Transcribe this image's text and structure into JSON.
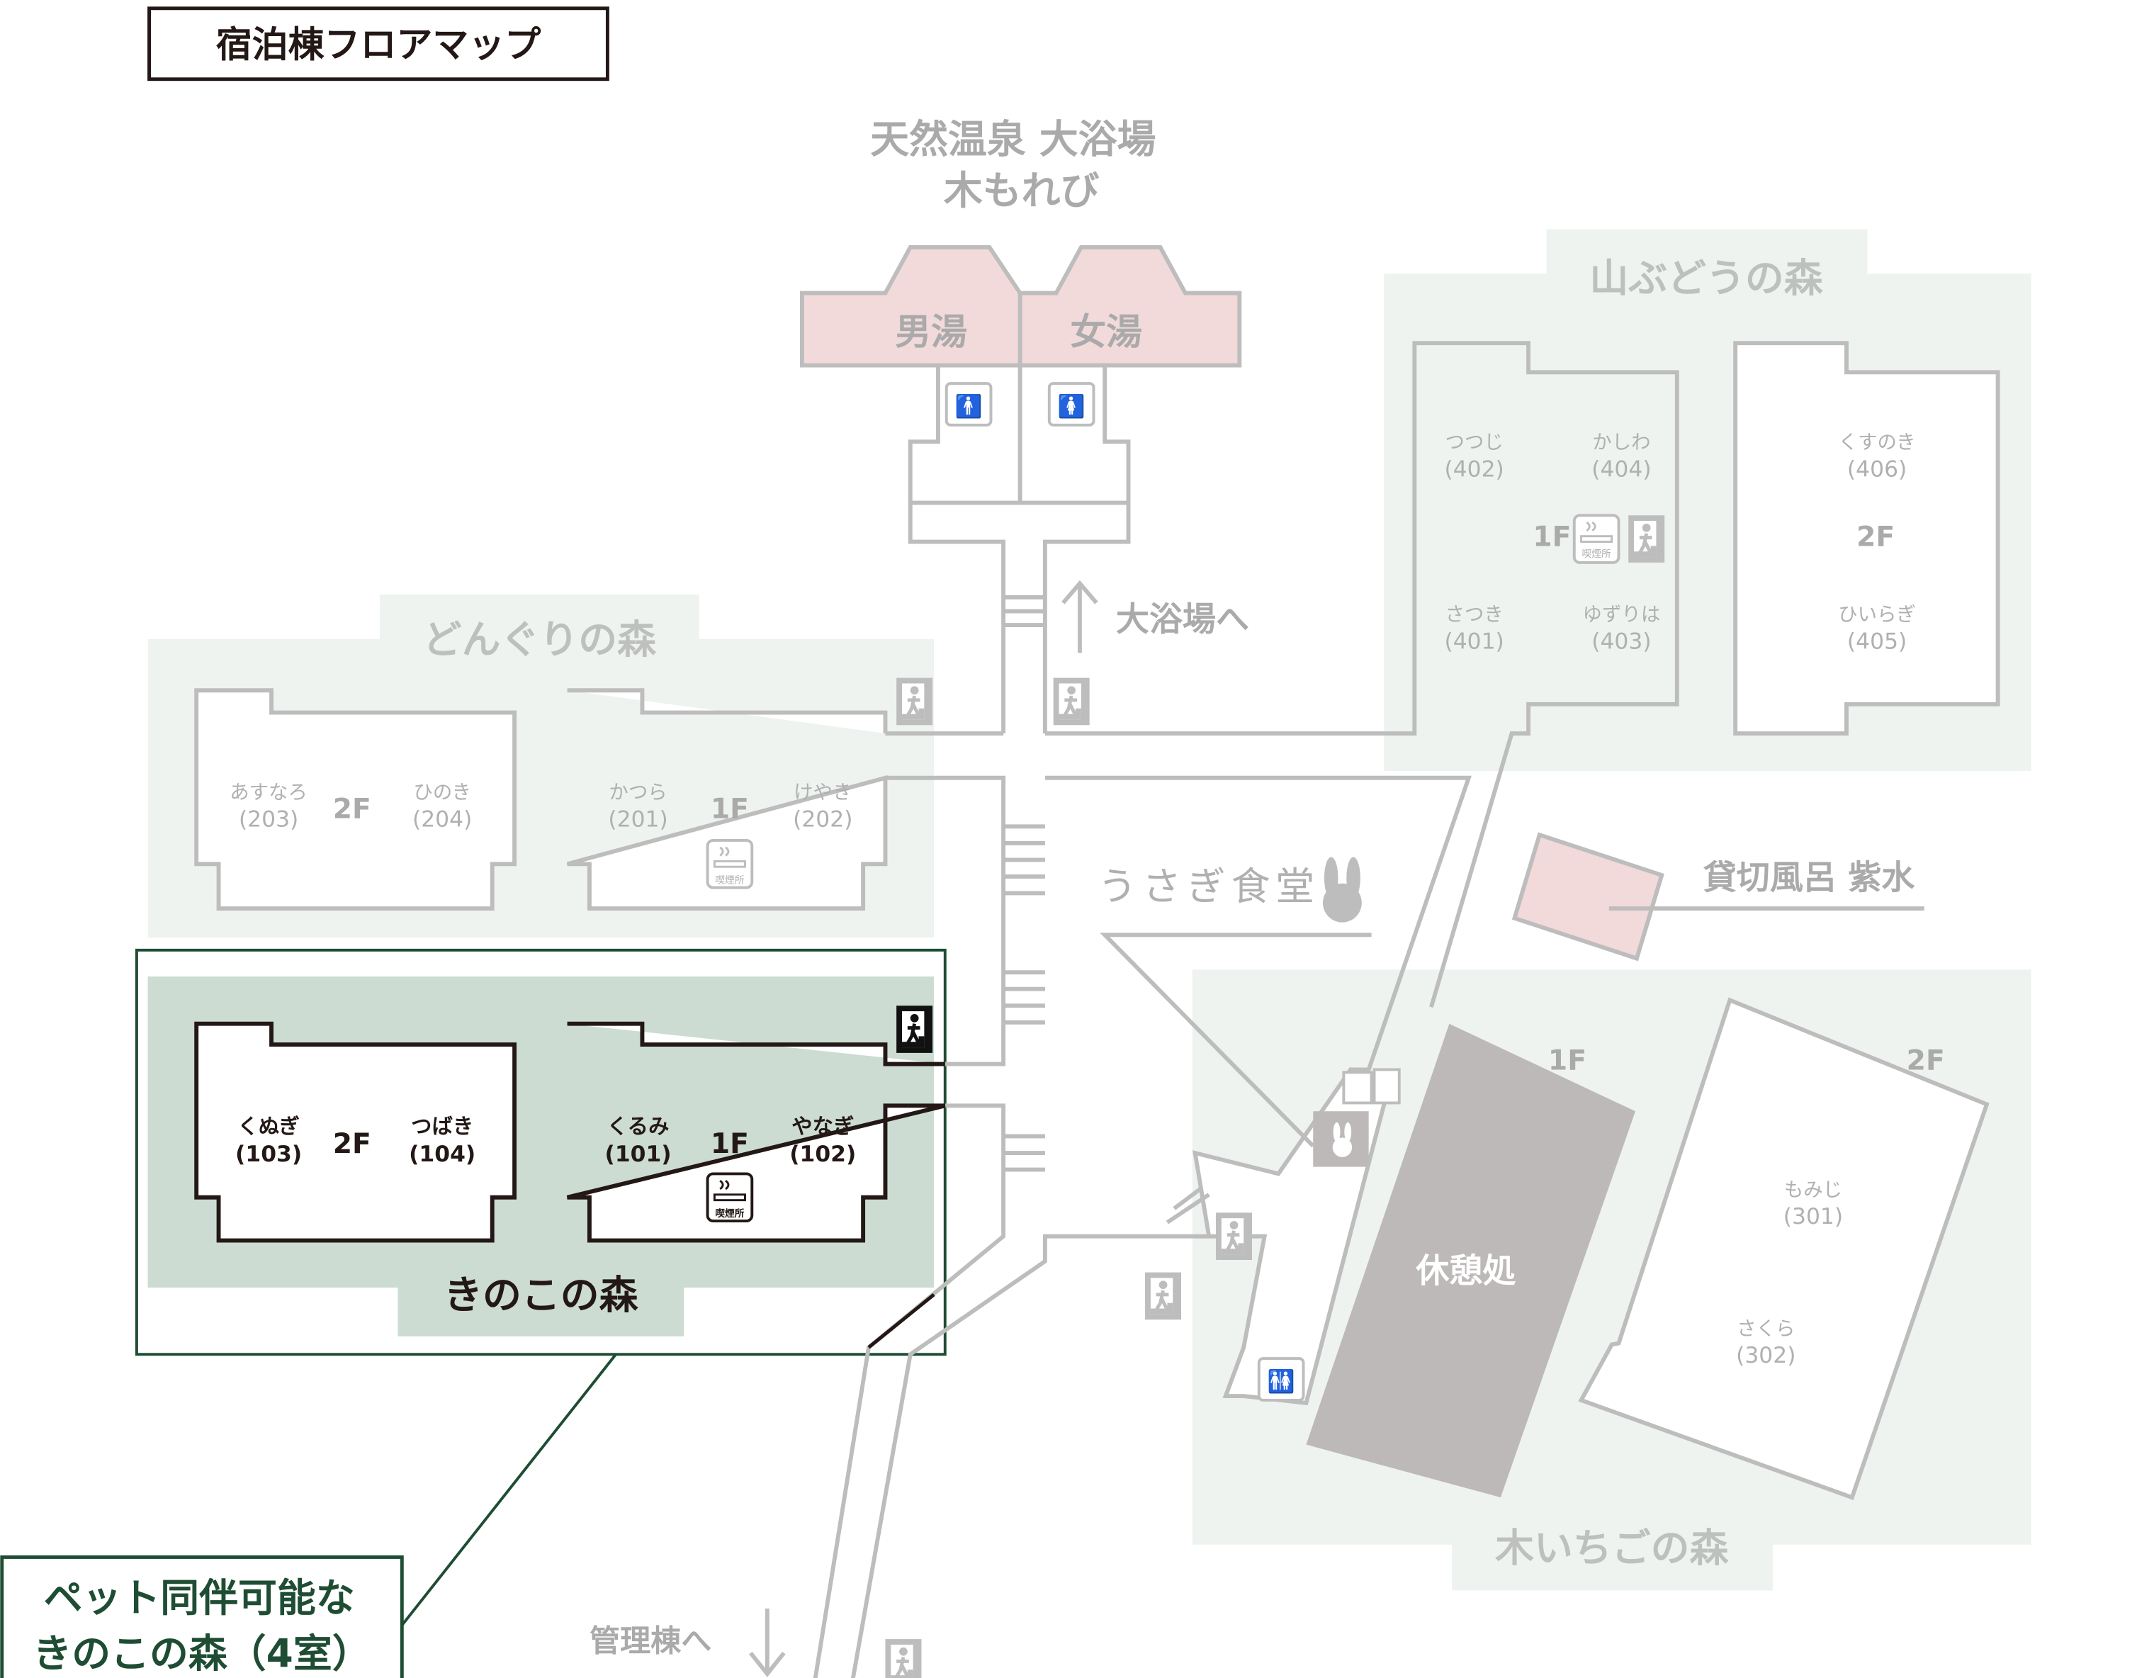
{
  "title": "宿泊棟フロアマップ",
  "colors": {
    "accent_green": "#1e4d33",
    "highlight_bg": "#ccdcd2",
    "area_bg": "#eef3ef",
    "bath_pink": "#f2d9da",
    "rest_gray": "#bdb9b8",
    "muted_text": "#aaaaaa"
  },
  "bath": {
    "title_line1": "天然温泉 大浴場",
    "title_line2": "木もれび",
    "men": "男湯",
    "women": "女湯",
    "to_bath": "大浴場へ"
  },
  "donguri": {
    "name": "どんぐりの森",
    "west": {
      "floor": "2F",
      "rooms": [
        {
          "name": "あすなろ",
          "no": "(203)"
        },
        {
          "name": "ひのき",
          "no": "(204)"
        }
      ]
    },
    "east": {
      "floor": "1F",
      "rooms": [
        {
          "name": "かつら",
          "no": "(201)"
        },
        {
          "name": "けやき",
          "no": "(202)"
        }
      ]
    }
  },
  "kinoko": {
    "name": "きのこの森",
    "west": {
      "floor": "2F",
      "rooms": [
        {
          "name": "くぬぎ",
          "no": "(103)"
        },
        {
          "name": "つばき",
          "no": "(104)"
        }
      ]
    },
    "east": {
      "floor": "1F",
      "rooms": [
        {
          "name": "くるみ",
          "no": "(101)"
        },
        {
          "name": "やなぎ",
          "no": "(102)"
        }
      ]
    }
  },
  "yamabudou": {
    "name": "山ぶどうの森",
    "west": {
      "floor": "1F",
      "rooms": [
        {
          "name": "つつじ",
          "no": "(402)"
        },
        {
          "name": "かしわ",
          "no": "(404)"
        },
        {
          "name": "さつき",
          "no": "(401)"
        },
        {
          "name": "ゆずりは",
          "no": "(403)"
        }
      ]
    },
    "east": {
      "floor": "2F",
      "rooms": [
        {
          "name": "くすのき",
          "no": "(406)"
        },
        {
          "name": "ひいらぎ",
          "no": "(405)"
        }
      ]
    }
  },
  "kiichigo": {
    "name": "木いちごの森",
    "floor_1f": "1F",
    "floor_2f": "2F",
    "rooms": [
      {
        "name": "もみじ",
        "no": "(301)"
      },
      {
        "name": "さくら",
        "no": "(302)"
      }
    ]
  },
  "private_bath": "貸切風呂 紫水",
  "restaurant": "うさぎ食堂",
  "rest_area": "休憩処",
  "to_admin": "管理棟へ",
  "smoking_label": "喫煙所",
  "callout": {
    "line1": "ペット同伴可能な",
    "line2": "きのこの森（4室）"
  },
  "icons": [
    "emergency-exit-icon",
    "smoking-area-icon",
    "toilet-icon",
    "rabbit-icon",
    "arrow-up-icon",
    "arrow-down-icon"
  ]
}
